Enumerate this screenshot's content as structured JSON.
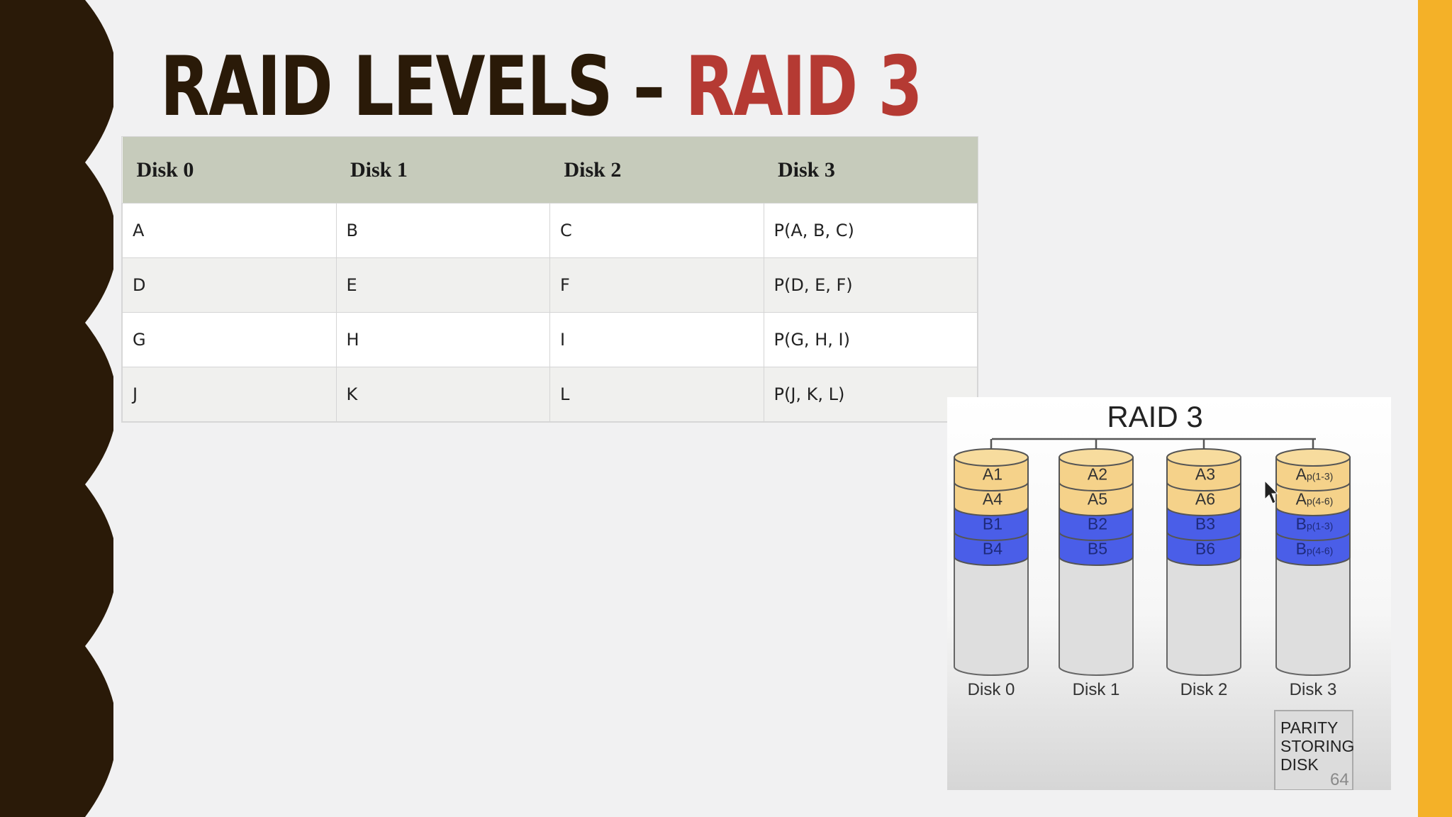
{
  "slide": {
    "title_part1": "RAID LEVELS – ",
    "title_part2": "RAID 3",
    "page_number": "64"
  },
  "table": {
    "headers": [
      "Disk 0",
      "Disk 1",
      "Disk 2",
      "Disk 3"
    ],
    "rows": [
      [
        "A",
        "B",
        "C",
        "P(A, B, C)"
      ],
      [
        "D",
        "E",
        "F",
        "P(D, E, F)"
      ],
      [
        "G",
        "H",
        "I",
        "P(G, H, I)"
      ],
      [
        "J",
        "K",
        "L",
        "P(J, K, L)"
      ]
    ]
  },
  "diagram": {
    "title": "RAID 3",
    "disks": [
      {
        "label": "Disk 0",
        "blocks": [
          "A1",
          "A4",
          "B1",
          "B4"
        ]
      },
      {
        "label": "Disk 1",
        "blocks": [
          "A2",
          "A5",
          "B2",
          "B5"
        ]
      },
      {
        "label": "Disk 2",
        "blocks": [
          "A3",
          "A6",
          "B3",
          "B6"
        ]
      },
      {
        "label": "Disk 3",
        "blocks": [
          {
            "main": "A",
            "sub": "p(1-3)"
          },
          {
            "main": "A",
            "sub": "p(4-6)"
          },
          {
            "main": "B",
            "sub": "p(1-3)"
          },
          {
            "main": "B",
            "sub": "p(4-6)"
          }
        ]
      }
    ],
    "parity_note": [
      "PARITY",
      "STORING",
      "DISK"
    ]
  },
  "colors": {
    "dark_band": "#2a1a08",
    "accent_yellow": "#f4b128",
    "title_dark": "#2a1a08",
    "title_accent": "#b53a33",
    "header_bg": "#c6cbbb",
    "block_a": "#f5d28a",
    "block_b": "#4a5ee8"
  }
}
